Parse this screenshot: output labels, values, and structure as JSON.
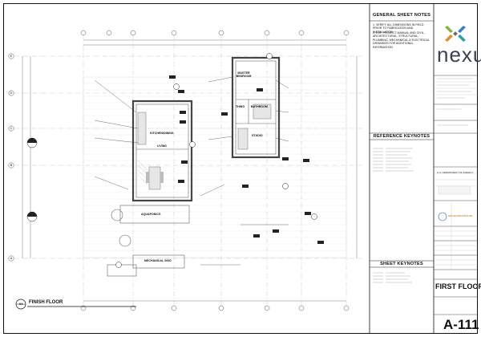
{
  "general_notes": {
    "title": "GENERAL SHEET NOTES",
    "items": [
      "1. VERIFY ALL DIMENSIONS IN FIELD PRIOR TO FABRICATION AND INSTALLATION",
      "2. REF. PROJECT MANUAL AND CIVIL, ARCHITECTURAL, STRUCTURAL, PLUMBING, MECHANICAL & ELECTRICAL DRAWINGS FOR ADDITIONAL INFORMATION"
    ]
  },
  "logo": {
    "text": "nexus"
  },
  "reference_keynotes": {
    "title": "REFERENCE KEYNOTES"
  },
  "sheet_keynotes": {
    "title": "SHEET KEYNOTES"
  },
  "rooms": {
    "master_bedroom": "MASTER BEDROOM",
    "bathroom": "BATHROOM",
    "thing": "THING",
    "studio": "STUDIO",
    "kitchen_dining": "KITCHEN/DINING",
    "living": "LIVING",
    "aquaponics": "AQUAPONICS",
    "mechanical_skid": "MECHANICAL SKID"
  },
  "finish_floor": {
    "tag": "A1",
    "label": "FINISH FLOOR"
  },
  "title_block": {
    "plan_title": "FIRST FLOOR PLAN",
    "sheet_number": "A-111",
    "sponsor": "U.S. DEPARTMENT OF ENERGY",
    "solar_decathlon": "SOLAR DECATHLON"
  },
  "grid_tags": {
    "rows": [
      "E",
      "D",
      "C",
      "B",
      "A"
    ]
  },
  "colors": {
    "line": "#1a1a1a",
    "wall": "#555555",
    "logo_green": "#8ab43c",
    "logo_blue": "#3f7fbf",
    "logo_orange": "#e38a2e",
    "logo_teal": "#2aa39a"
  }
}
